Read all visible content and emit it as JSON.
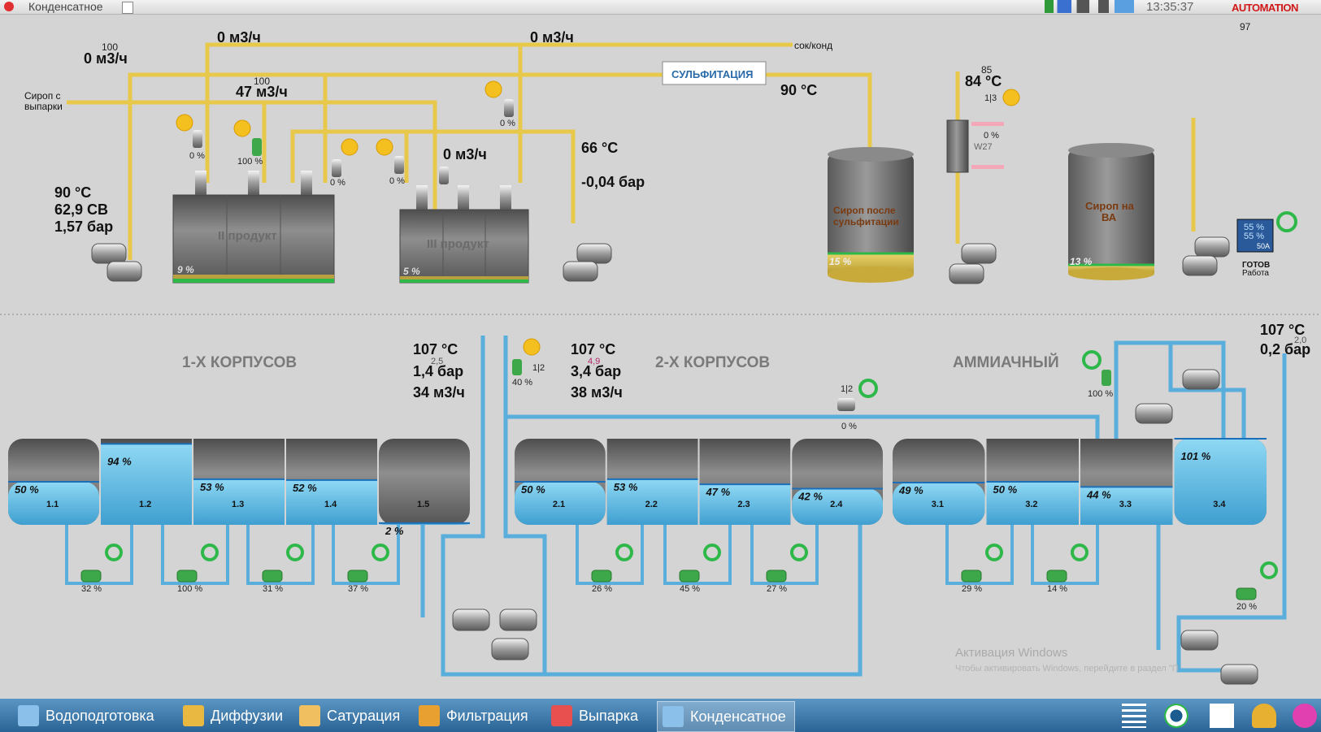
{
  "window": {
    "title": "Конденсатное",
    "clock": "13:35:37",
    "logo": "AUTOMATION",
    "corner_value": "97"
  },
  "colors": {
    "syrup_pipe": "#e8c84a",
    "water_pipe": "#5aaedc",
    "tank_water": "#6ec6ec",
    "level_green": "#2fb84a",
    "background": "#d4d4d4",
    "taskbar": "#3a7ab0"
  },
  "top": {
    "flow_main_left": "0 м3/ч",
    "flow_main_left_top": "100",
    "flow_top_a": "0 м3/ч",
    "flow_top_b": "0 м3/ч",
    "sok_kond": "сок/конд",
    "sulfitation_label": "СУЛЬФИТАЦИЯ",
    "flow_47": "47 м3/ч",
    "flow_47_top": "100",
    "syrup_from": "Сироп с выпарки",
    "temp_left": "90 °C",
    "cb_left": "62,9 СВ",
    "press_left": "1,57 бар",
    "flow_mid": "0 м3/ч",
    "temp_66": "66 °C",
    "press_mid": "-0,04 бар",
    "temp_90_right": "90 °C",
    "temp_84": "84 °C",
    "temp_84_top": "85",
    "hx_ratio": "1|3",
    "hx_name": "W27",
    "tank2_label": "II продукт",
    "tank2_level": "9 %",
    "tank3_label": "III продукт",
    "tank3_level": "5 %",
    "sulf_tank_label": "Сироп после сульфитации",
    "sulf_tank_level": "15 %",
    "va_tank_label": "Сироп на ВА",
    "va_tank_level": "13 %",
    "panel_val1": "55 %",
    "panel_val2": "55 %",
    "panel_tag": "50А",
    "panel_ready": "ГОТОВ",
    "panel_work": "Работа",
    "valves": [
      "0 %",
      "100 %",
      "0 %",
      "0 %",
      "0 %",
      "0 %"
    ]
  },
  "bottom": {
    "sec1_title": "1-Х КОРПУСОВ",
    "sec2_title": "2-Х КОРПУСОВ",
    "sec3_title": "АММИАЧНЫЙ",
    "p1_temp": "107 °C",
    "p1_top": "2,5",
    "p1_press": "1,4 бар",
    "p1_flow": "34 м3/ч",
    "p2_temp": "107 °C",
    "p2_top": "4,9",
    "p2_press": "3,4 бар",
    "p2_flow": "38 м3/ч",
    "p3_temp": "107 °C",
    "p3_top": "2,0",
    "p3_press": "0,2 бар",
    "valve_in_pct": "40 %",
    "valve_in_ratio": "1|2",
    "valve_mid_ratio": "1|2",
    "valve_mid_pct": "0 %",
    "valve_ammonia_pct": "100 %",
    "tanks": [
      {
        "id": "1.1",
        "level": "50 %"
      },
      {
        "id": "1.2",
        "level": "94 %"
      },
      {
        "id": "1.3",
        "level": "53 %"
      },
      {
        "id": "1.4",
        "level": "52 %"
      },
      {
        "id": "1.5",
        "level": "2 %"
      },
      {
        "id": "2.1",
        "level": "50 %"
      },
      {
        "id": "2.2",
        "level": "53 %"
      },
      {
        "id": "2.3",
        "level": "47 %"
      },
      {
        "id": "2.4",
        "level": "42 %"
      },
      {
        "id": "3.1",
        "level": "49 %"
      },
      {
        "id": "3.2",
        "level": "50 %"
      },
      {
        "id": "3.3",
        "level": "44 %"
      },
      {
        "id": "3.4",
        "level": "101 %"
      }
    ],
    "pumps_pct": [
      "32 %",
      "100 %",
      "31 %",
      "37 %",
      "26 %",
      "45 %",
      "27 %",
      "29 %",
      "14 %",
      "20 %"
    ],
    "watermark_1": "Активация Windows",
    "watermark_2": "Чтобы активировать Windows, перейдите в раздел \"П"
  },
  "taskbar": {
    "items": [
      "Водоподготовка",
      "Диффузии",
      "Сатурация",
      "Фильтрация",
      "Выпарка",
      "Конденсатное"
    ]
  }
}
